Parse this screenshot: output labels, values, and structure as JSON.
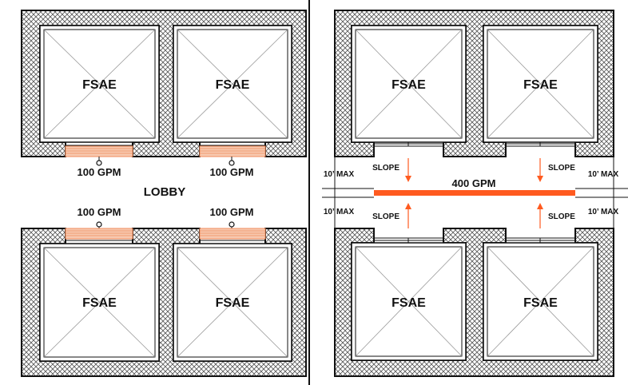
{
  "left_panel": {
    "car_label": "FSAE",
    "flow_label": "100 GPM",
    "lobby_label": "LOBBY"
  },
  "right_panel": {
    "car_label": "FSAE",
    "pipe_label": "400 GPM",
    "slope_label": "SLOPE",
    "max_label": "10’ MAX"
  },
  "colors": {
    "accent": "#ff5a1f",
    "drain": "#f08a5a",
    "ink": "#111111",
    "hatch": "#555555"
  }
}
